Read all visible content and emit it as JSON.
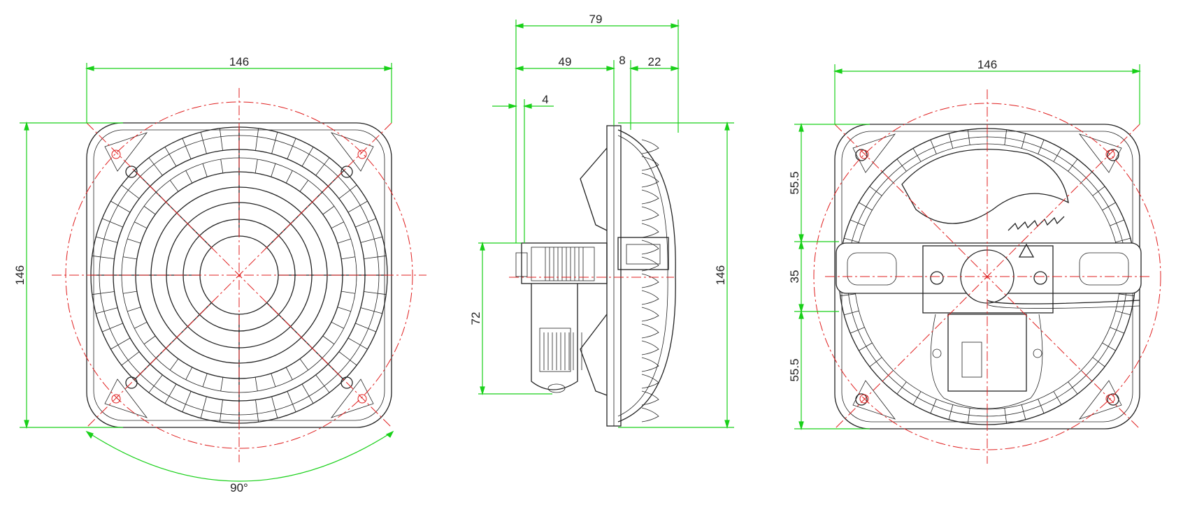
{
  "dimensions": {
    "front_width": "146",
    "front_height": "146",
    "front_angle": "90°",
    "side_depth_total": "79",
    "side_depth_motor": "49",
    "side_depth_flange": "8",
    "side_depth_front": "22",
    "side_offset": "4",
    "side_motor_height": "72",
    "side_height": "146",
    "rear_width": "146",
    "rear_top": "55.5",
    "rear_middle": "35",
    "rear_bottom": "55.5"
  },
  "colors": {
    "dimension_line": "#19d019",
    "center_line": "#e02020",
    "outline": "#222222"
  }
}
